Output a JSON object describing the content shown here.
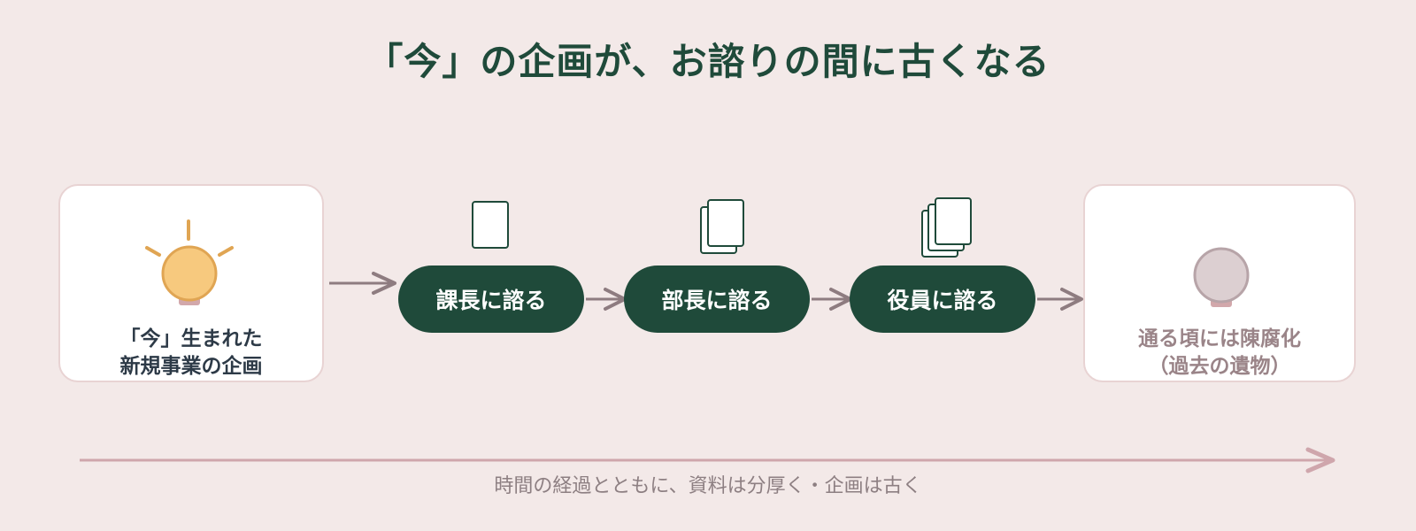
{
  "title": "「今」の企画が、お諮りの間に古くなる",
  "start_card": {
    "line1": "「今」生まれた",
    "line2": "新規事業の企画",
    "icon": "lightbulb-lit-icon"
  },
  "steps": [
    {
      "label": "課長に諮る",
      "doc_icon": "single-document-icon"
    },
    {
      "label": "部長に諮る",
      "doc_icon": "two-documents-icon"
    },
    {
      "label": "役員に諮る",
      "doc_icon": "document-stack-icon"
    }
  ],
  "end_card": {
    "line1": "通る頃には陳腐化",
    "line2": "（過去の遺物）",
    "icon": "lightbulb-dim-icon"
  },
  "timeline_caption": "時間の経過とともに、資料は分厚く・企画は古く",
  "colors": {
    "background": "#f3e9e8",
    "primary_green": "#1f4a3a",
    "bulb_lit": "#f7c97e",
    "bulb_dim": "#dccfd1",
    "arrow": "#8e7c80",
    "timeline": "#cfa6ac"
  }
}
